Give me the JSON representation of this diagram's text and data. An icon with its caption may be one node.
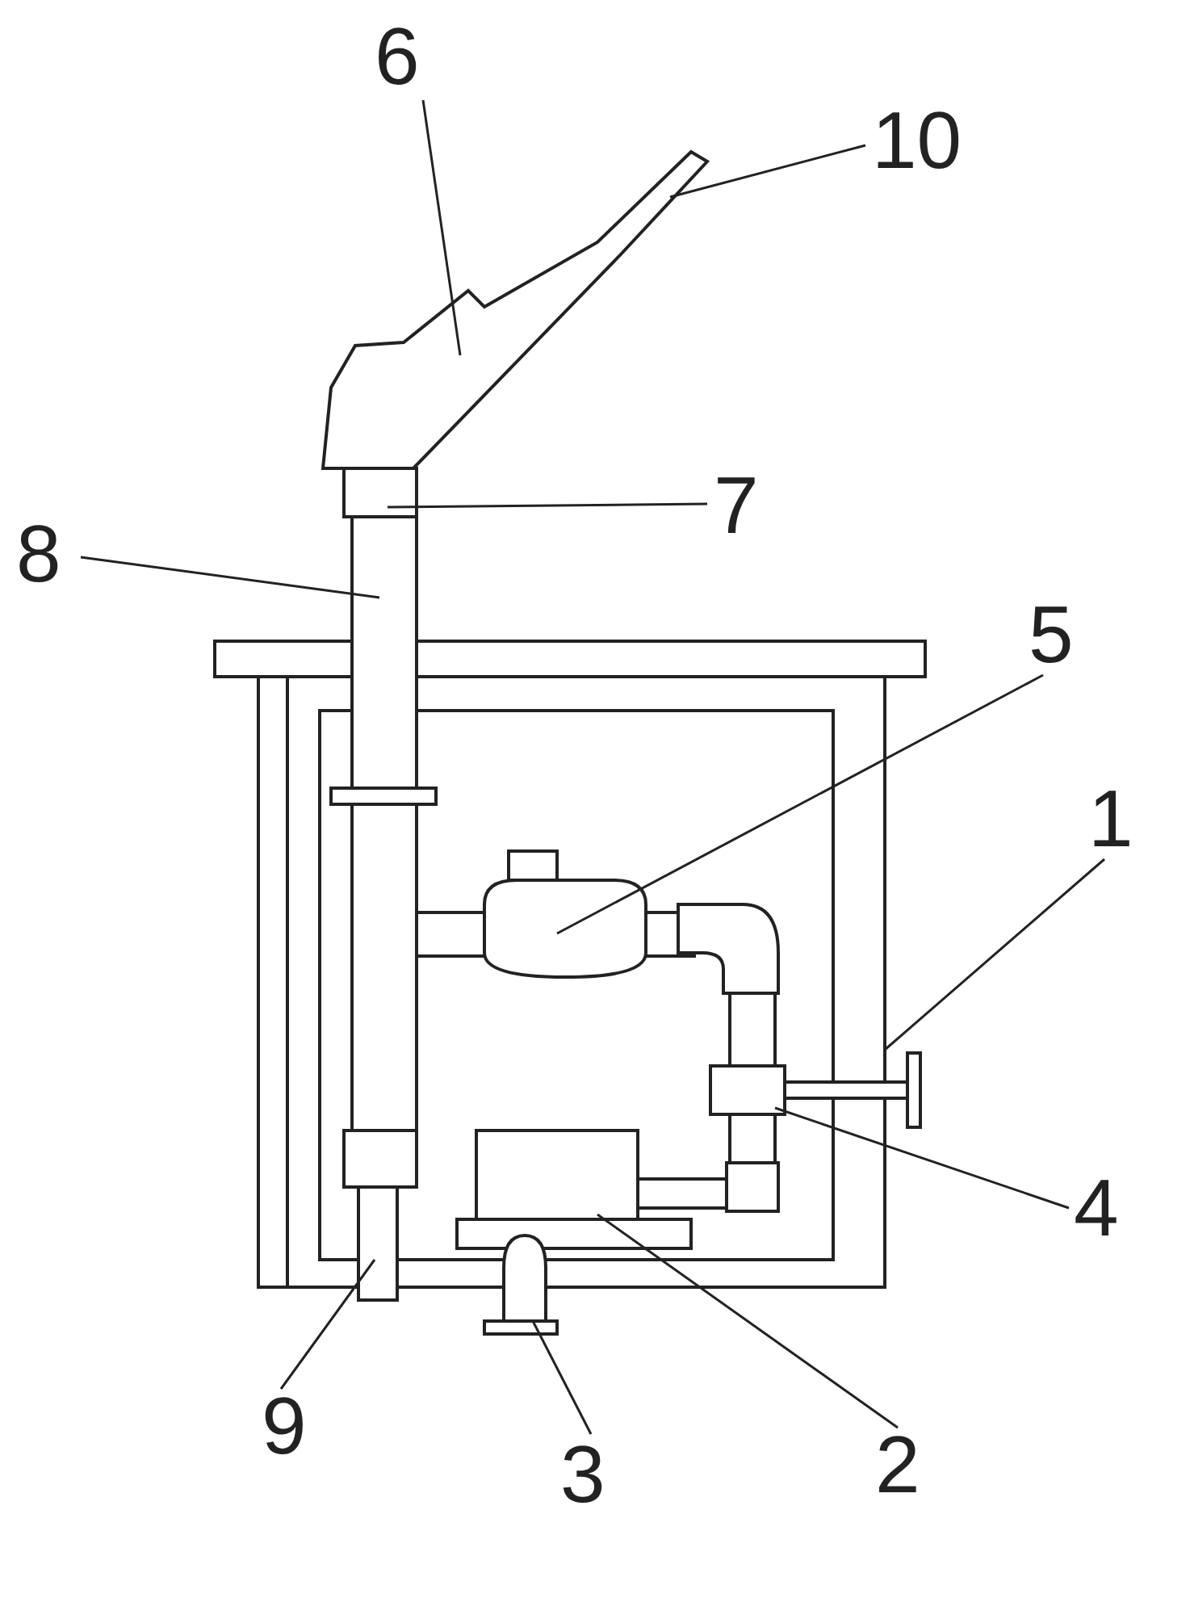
{
  "diagram": {
    "nodes": [
      {
        "text": [
          "6"
        ]
      },
      {
        "text": [
          "10"
        ]
      },
      {
        "text": [
          "8"
        ]
      },
      {
        "text": [
          "7"
        ]
      },
      {
        "text": [
          "5"
        ]
      },
      {
        "text": [
          "1"
        ]
      },
      {
        "text": [
          "4"
        ]
      },
      {
        "text": [
          "9"
        ]
      },
      {
        "text": [
          "3"
        ]
      },
      {
        "text": [
          "2"
        ]
      }
    ],
    "edges": [
      {
        "from": 0,
        "to": null,
        "arrow": "none"
      },
      {
        "from": 1,
        "to": null,
        "arrow": "none"
      },
      {
        "from": 2,
        "to": null,
        "arrow": "none"
      },
      {
        "from": 3,
        "to": null,
        "arrow": "none"
      },
      {
        "from": 4,
        "to": null,
        "arrow": "none"
      },
      {
        "from": 5,
        "to": null,
        "arrow": "none"
      },
      {
        "from": 6,
        "to": null,
        "arrow": "none"
      },
      {
        "from": 7,
        "to": null,
        "arrow": "none"
      },
      {
        "from": 8,
        "to": null,
        "arrow": "none"
      },
      {
        "from": 9,
        "to": null,
        "arrow": "none"
      }
    ]
  }
}
